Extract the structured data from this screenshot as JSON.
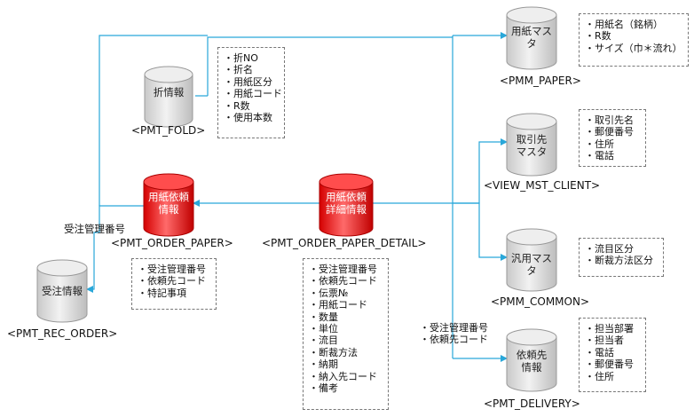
{
  "tables": {
    "fold": {
      "label": "折情報",
      "name": "<PMT_FOLD>"
    },
    "order_paper": {
      "label": "用紙依頼\n情報",
      "name": "<PMT_ORDER_PAPER>"
    },
    "order_detail": {
      "label": "用紙依頼\n詳細情報",
      "name": "<PMT_ORDER_PAPER_DETAIL>"
    },
    "rec_order": {
      "label": "受注情報",
      "name": "<PMT_REC_ORDER>"
    },
    "paper": {
      "label": "用紙マス\nタ",
      "name": "<PMM_PAPER>"
    },
    "client": {
      "label": "取引先\nマスタ",
      "name": "<VIEW_MST_CLIENT>"
    },
    "common": {
      "label": "汎用マスタ",
      "name": "<PMM_COMMON>"
    },
    "delivery": {
      "label": "依頼先\n情報",
      "name": "<PMT_DELIVERY>"
    }
  },
  "notes": {
    "fold": [
      "・折NO",
      "・折名",
      "・用紙区分",
      "・用紙コード",
      "・R数",
      "・使用本数"
    ],
    "order_paper": [
      "・受注管理番号",
      "・依頼先コード",
      "・特記事項"
    ],
    "order_detail": [
      "・受注管理番号",
      "・依頼先コード",
      "・伝票№",
      "・用紙コード",
      "・数量",
      "・単位",
      "・流目",
      "・断裁方法",
      "・納期",
      "・納入先コード",
      "・備考"
    ],
    "paper": [
      "・用紙名（銘柄）",
      "・R数",
      "・サイズ（巾＊流れ）"
    ],
    "client": [
      "・取引先名",
      "・郵便番号",
      "・住所",
      "・電話"
    ],
    "common": [
      "・流目区分",
      "・断裁方法区分"
    ],
    "delivery": [
      "・担当部署",
      "・担当者",
      "・電話",
      "・郵便番号",
      "・住所"
    ]
  },
  "edge_labels": {
    "rec_order_key": [
      "受注管理番号"
    ],
    "delivery_key": [
      "・受注管理番号",
      "・依頼先コード"
    ]
  },
  "colors": {
    "edge": "#29a7d9",
    "grey_db": "#d9d9d9",
    "red_db": "#e00000"
  }
}
